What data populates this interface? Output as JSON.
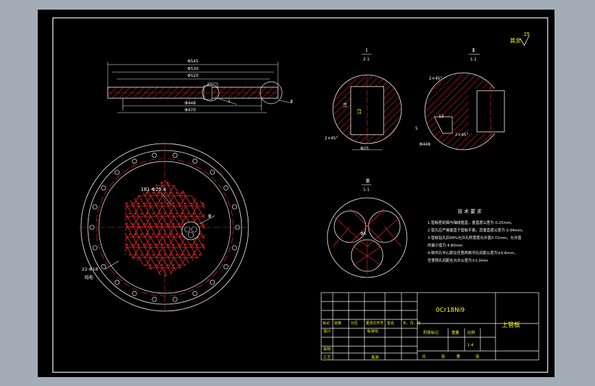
{
  "drawing": {
    "title_material": "0Cr18Ni9",
    "part_name": "上管板",
    "scale": "1:4",
    "roughness": "其余",
    "roughness_value": "25",
    "dim_top_1": "Φ545",
    "dim_top_2": "Φ530",
    "dim_top_3": "Φ520",
    "dim_bottom_1": "Φ448",
    "dim_bottom_2": "Φ470",
    "label_detail_1": "Ⅰ",
    "label_detail_2": "Ⅱ",
    "label_detail_3": "Ⅲ",
    "scale_1": "2:1",
    "scale_2": "1:1",
    "scale_3": "1:1",
    "chamfer_1": "2×45°",
    "chamfer_2": "2×45°",
    "chamfer_3": "2×45°",
    "hole_dim": "Φ25",
    "dim_12": "12",
    "dim_18": "18",
    "dim_448": "Φ448",
    "dim_5": "5",
    "tube_count_label": "181-Φ25.4",
    "bolt_label": "22-Φ18",
    "bolt_label_2": "均布",
    "dim_mini": "Φ6",
    "tech_title": "技 术 要 求",
    "tech_lines": [
      "1.管板密封面与轴线垂直，垂直度公差为 0.25mm。",
      "2.管孔应严格垂直于管板平面，其垂直度公差为 0.04mm。",
      "3.管板钻孔后99%允许孔桥宽度允许值0.72mm，允许值",
      "  的最小值为 4.80mm",
      "4.相邻孔中心距在任意两相邻孔间距公差为±0.6mm，",
      "  任意两孔间距在允许公差为±1.0mm"
    ],
    "tb_headers": [
      "标记",
      "处数",
      "分区",
      "更改文件号",
      "签名",
      "年、月、日"
    ],
    "tb_design": "设计",
    "tb_std": "标准化",
    "tb_review": "审核",
    "tb_process": "工艺",
    "tb_approve": "批准",
    "tb_stage": "阶段标记",
    "tb_weight": "重量",
    "tb_scale": "比例",
    "tb_sheet_a": "共",
    "tb_sheet_b": "张",
    "tb_sheet_c": "第",
    "tb_sheet_d": "张"
  }
}
